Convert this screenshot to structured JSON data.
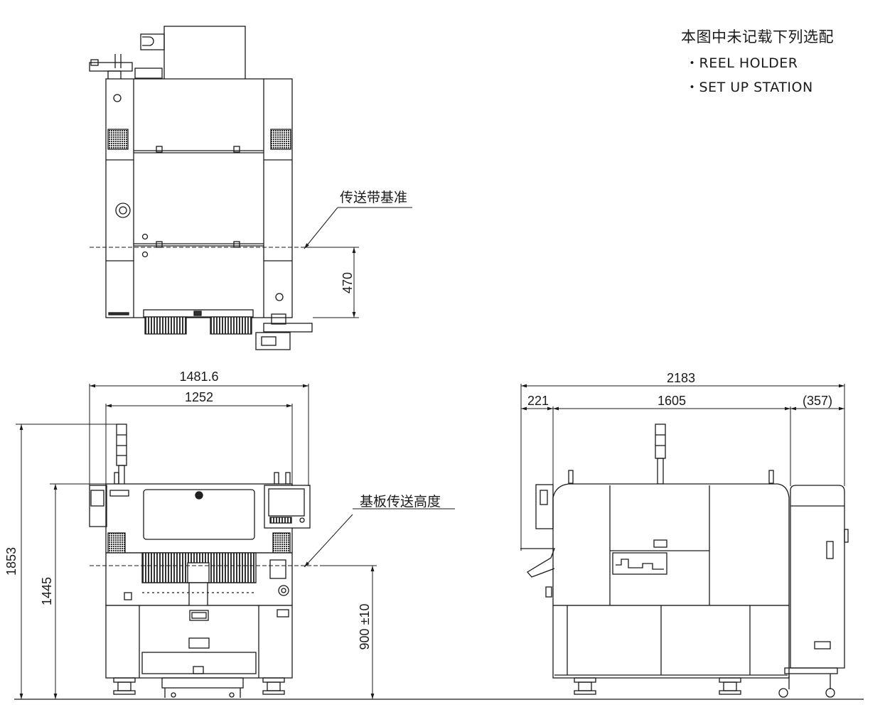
{
  "notes": {
    "title": "本图中未记载下列选配",
    "items": [
      "・REEL HOLDER",
      "・SET UP STATION"
    ]
  },
  "labels": {
    "conveyor_reference": "传送带基准",
    "board_conveyor_height": "基板传送高度"
  },
  "dimensions": {
    "top_view_conveyor_offset": "470",
    "front_overall_width": "1481.6",
    "front_body_width": "1252",
    "overall_height": "1853",
    "body_height": "1445",
    "conveyor_height": "900 ±10",
    "side_overall_length": "2183",
    "side_left_extension": "221",
    "side_body_length": "1605",
    "side_right_extension": "(357)"
  }
}
